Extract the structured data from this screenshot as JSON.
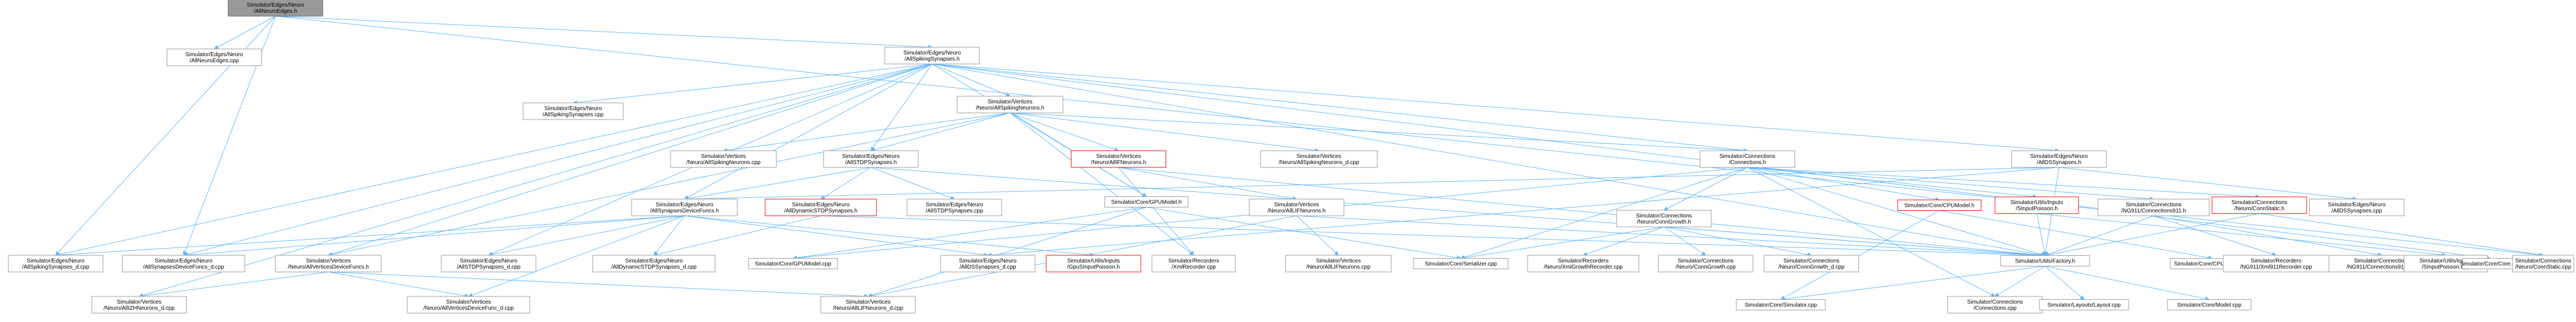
{
  "nodes": [
    {
      "id": "root",
      "lines": [
        "Simulator/Edges/Neuro",
        "/AllNeuroEdges.h"
      ],
      "style": "root"
    },
    {
      "id": "ane_cpp",
      "lines": [
        "Simulator/Edges/Neuro",
        "/AllNeuroEdges.cpp"
      ],
      "style": "plain"
    },
    {
      "id": "ass_h",
      "lines": [
        "Simulator/Edges/Neuro",
        "/AllSpikingSynapses.h"
      ],
      "style": "plain"
    },
    {
      "id": "ass_cpp",
      "lines": [
        "Simulator/Edges/Neuro",
        "/AllSpikingSynapses.cpp"
      ],
      "style": "plain"
    },
    {
      "id": "asn_h",
      "lines": [
        "Simulator/Vertices",
        "/Neuro/AllSpikingNeurons.h"
      ],
      "style": "plain"
    },
    {
      "id": "asn_cpp",
      "lines": [
        "Simulator/Vertices",
        "/Neuro/AllSpikingNeurons.cpp"
      ],
      "style": "plain"
    },
    {
      "id": "astdp_h",
      "lines": [
        "Simulator/Edges/Neuro",
        "/AllSTDPSynapses.h"
      ],
      "style": "plain"
    },
    {
      "id": "aifn_h",
      "lines": [
        "Simulator/Vertices",
        "/Neuro/AllIFNeurons.h"
      ],
      "style": "red"
    },
    {
      "id": "asn_d_cpp",
      "lines": [
        "Simulator/Vertices",
        "/Neuro/AllSpikingNeurons_d.cpp"
      ],
      "style": "plain"
    },
    {
      "id": "conn_h",
      "lines": [
        "Simulator/Connections",
        "/Connections.h"
      ],
      "style": "plain"
    },
    {
      "id": "ads_h",
      "lines": [
        "Simulator/Edges/Neuro",
        "/AllDSSynapses.h"
      ],
      "style": "plain"
    },
    {
      "id": "asdf_h",
      "lines": [
        "Simulator/Edges/Neuro",
        "/AllSynapsesDeviceFuncs.h"
      ],
      "style": "plain"
    },
    {
      "id": "adstdp_h",
      "lines": [
        "Simulator/Edges/Neuro",
        "/AllDynamicSTDPSynapses.h"
      ],
      "style": "red"
    },
    {
      "id": "astdp_cpp",
      "lines": [
        "Simulator/Edges/Neuro",
        "/AllSTDPSynapses.cpp"
      ],
      "style": "plain"
    },
    {
      "id": "gpum_h",
      "lines": [
        "Simulator/Core/GPUModel.h"
      ],
      "style": "plain"
    },
    {
      "id": "alif_h",
      "lines": [
        "Simulator/Vertices",
        "/Neuro/AllLIFNeurons.h"
      ],
      "style": "plain"
    },
    {
      "id": "cg_h",
      "lines": [
        "Simulator/Connections",
        "/Neuro/ConnGrowth.h"
      ],
      "style": "plain"
    },
    {
      "id": "cpum_h",
      "lines": [
        "Simulator/Core/CPUModel.h"
      ],
      "style": "red"
    },
    {
      "id": "sp_h",
      "lines": [
        "Simulator/Utils/Inputs",
        "/SInputPoisson.h"
      ],
      "style": "red"
    },
    {
      "id": "ng911_h",
      "lines": [
        "Simulator/Connections",
        "/NG911/Connections911.h"
      ],
      "style": "plain"
    },
    {
      "id": "cs_h",
      "lines": [
        "Simulator/Connections",
        "/Neuro/ConnStatic.h"
      ],
      "style": "red"
    },
    {
      "id": "ads_cpp",
      "lines": [
        "Simulator/Edges/Neuro",
        "/AllDSSynapses.cpp"
      ],
      "style": "plain"
    },
    {
      "id": "ass_d_cpp",
      "lines": [
        "Simulator/Edges/Neuro",
        "/AllSpikingSynapses_d.cpp"
      ],
      "style": "plain"
    },
    {
      "id": "asdf_d_cpp",
      "lines": [
        "Simulator/Edges/Neuro",
        "/AllSynapsesDeviceFuncs_d.cpp"
      ],
      "style": "plain"
    },
    {
      "id": "avdf_h",
      "lines": [
        "Simulator/Vertices",
        "/Neuro/AllVerticesDeviceFuncs.h"
      ],
      "style": "plain"
    },
    {
      "id": "astdp_d_cpp",
      "lines": [
        "Simulator/Edges/Neuro",
        "/AllSTDPSynapses_d.cpp"
      ],
      "style": "plain"
    },
    {
      "id": "adstdp_d_cpp",
      "lines": [
        "Simulator/Edges/Neuro",
        "/AllDynamicSTDPSynapses_d.cpp"
      ],
      "style": "plain"
    },
    {
      "id": "gpum_cpp",
      "lines": [
        "Simulator/Core/GPUModel.cpp"
      ],
      "style": "plain"
    },
    {
      "id": "ads_d_cpp",
      "lines": [
        "Simulator/Edges/Neuro",
        "/AllDSSynapses_d.cpp"
      ],
      "style": "plain"
    },
    {
      "id": "gsp_h",
      "lines": [
        "Simulator/Utils/Inputs",
        "/GpuSInputPoisson.h"
      ],
      "style": "red"
    },
    {
      "id": "xmlr_cpp",
      "lines": [
        "Simulator/Recorders",
        "/XmlRecorder.cpp"
      ],
      "style": "plain"
    },
    {
      "id": "alif_cpp",
      "lines": [
        "Simulator/Vertices",
        "/Neuro/AllLIFNeurons.cpp"
      ],
      "style": "plain"
    },
    {
      "id": "ser_cpp",
      "lines": [
        "Simulator/Core/Serializer.cpp"
      ],
      "style": "plain"
    },
    {
      "id": "xgr_cpp",
      "lines": [
        "Simulator/Recorders",
        "/Neuro/XmlGrowthRecorder.cpp"
      ],
      "style": "plain"
    },
    {
      "id": "cg_cpp",
      "lines": [
        "Simulator/Connections",
        "/Neuro/ConnGrowth.cpp"
      ],
      "style": "plain"
    },
    {
      "id": "cg_d_cpp",
      "lines": [
        "Simulator/Connections",
        "/Neuro/ConnGrowth_d.cpp"
      ],
      "style": "plain"
    },
    {
      "id": "fac_h",
      "lines": [
        "Simulator/Utils/Factory.h"
      ],
      "style": "plain"
    },
    {
      "id": "cpum_cpp",
      "lines": [
        "Simulator/Core/CPUModel.cpp"
      ],
      "style": "plain"
    },
    {
      "id": "x911_cpp",
      "lines": [
        "Simulator/Recorders",
        "/NG911/Xml911Recorder.cpp"
      ],
      "style": "plain"
    },
    {
      "id": "c911_cpp",
      "lines": [
        "Simulator/Connections",
        "/NG911/Connections911.cpp"
      ],
      "style": "plain"
    },
    {
      "id": "sp_cpp",
      "lines": [
        "Simulator/Utils/Inputs",
        "/SInputPoisson.cpp"
      ],
      "style": "plain"
    },
    {
      "id": "core_cpp",
      "lines": [
        "Simulator/Core/Core.cpp"
      ],
      "style": "plain"
    },
    {
      "id": "cs_cpp",
      "lines": [
        "Simulator/Connections",
        "/Neuro/ConnStatic.cpp"
      ],
      "style": "plain"
    },
    {
      "id": "avdf_d_cpp",
      "lines": [
        "Simulator/Vertices",
        "/Neuro/AllVerticesDeviceFunc_d.cpp"
      ],
      "style": "plain"
    },
    {
      "id": "aizh_d_cpp",
      "lines": [
        "Simulator/Vertices",
        "/Neuro/AllIZHNeurons_d.cpp"
      ],
      "style": "plain"
    },
    {
      "id": "alif_d_cpp",
      "lines": [
        "Simulator/Vertices",
        "/Neuro/AllLIFNeurons_d.cpp"
      ],
      "style": "plain"
    },
    {
      "id": "sim_cpp",
      "lines": [
        "Simulator/Core/Simulator.cpp"
      ],
      "style": "plain"
    },
    {
      "id": "conn_cpp",
      "lines": [
        "Simulator/Connections",
        "/Connections.cpp"
      ],
      "style": "plain"
    },
    {
      "id": "lay_cpp",
      "lines": [
        "Simulator/Layouts/Layout.cpp"
      ],
      "style": "plain"
    },
    {
      "id": "model_cpp",
      "lines": [
        "Simulator/Core/Model.cpp"
      ],
      "style": "plain"
    }
  ],
  "edges": [
    [
      "root",
      "ane_cpp"
    ],
    [
      "root",
      "ass_h"
    ],
    [
      "root",
      "ass_d_cpp"
    ],
    [
      "root",
      "asdf_d_cpp"
    ],
    [
      "root",
      "cs_cpp"
    ],
    [
      "ass_h",
      "ass_cpp"
    ],
    [
      "ass_h",
      "asn_h"
    ],
    [
      "ass_h",
      "astdp_h"
    ],
    [
      "ass_h",
      "conn_h"
    ],
    [
      "ass_h",
      "ads_h"
    ],
    [
      "ass_h",
      "asdf_h"
    ],
    [
      "ass_h",
      "gpum_h"
    ],
    [
      "ass_h",
      "astdp_d_cpp"
    ],
    [
      "ass_h",
      "asdf_d_cpp"
    ],
    [
      "ass_h",
      "fac_h"
    ],
    [
      "ass_h",
      "avdf_h"
    ],
    [
      "ass_h",
      "ass_d_cpp"
    ],
    [
      "ass_h",
      "core_cpp"
    ],
    [
      "ass_h",
      "aizh_d_cpp"
    ],
    [
      "asn_h",
      "asn_cpp"
    ],
    [
      "asn_h",
      "astdp_h"
    ],
    [
      "asn_h",
      "aifn_h"
    ],
    [
      "asn_h",
      "asn_d_cpp"
    ],
    [
      "asn_h",
      "conn_h"
    ],
    [
      "asn_h",
      "gpum_h"
    ],
    [
      "asn_h",
      "avdf_h"
    ],
    [
      "asn_h",
      "xmlr_cpp"
    ],
    [
      "astdp_h",
      "astdp_cpp"
    ],
    [
      "astdp_h",
      "asdf_h"
    ],
    [
      "astdp_h",
      "adstdp_h"
    ],
    [
      "astdp_h",
      "fac_h"
    ],
    [
      "aifn_h",
      "alif_h"
    ],
    [
      "aifn_h",
      "xmlr_cpp"
    ],
    [
      "aifn_h",
      "fac_h"
    ],
    [
      "alif_h",
      "alif_cpp"
    ],
    [
      "alif_h",
      "alif_d_cpp"
    ],
    [
      "alif_h",
      "fac_h"
    ],
    [
      "conn_h",
      "cg_h"
    ],
    [
      "conn_h",
      "cpum_h"
    ],
    [
      "conn_h",
      "sp_h"
    ],
    [
      "conn_h",
      "ng911_h"
    ],
    [
      "conn_h",
      "cs_h"
    ],
    [
      "conn_h",
      "gpum_cpp"
    ],
    [
      "conn_h",
      "conn_cpp"
    ],
    [
      "conn_h",
      "fac_h"
    ],
    [
      "conn_h",
      "ser_cpp"
    ],
    [
      "ads_h",
      "ads_cpp"
    ],
    [
      "ads_h",
      "ads_d_cpp"
    ],
    [
      "ads_h",
      "fac_h"
    ],
    [
      "ads_h",
      "asdf_h"
    ],
    [
      "asdf_h",
      "asdf_d_cpp"
    ],
    [
      "asdf_h",
      "ass_d_cpp"
    ],
    [
      "asdf_h",
      "astdp_d_cpp"
    ],
    [
      "asdf_h",
      "adstdp_d_cpp"
    ],
    [
      "asdf_h",
      "ads_d_cpp"
    ],
    [
      "asdf_h",
      "gsp_h"
    ],
    [
      "asdf_h",
      "avdf_d_cpp"
    ],
    [
      "adstdp_h",
      "adstdp_d_cpp"
    ],
    [
      "adstdp_h",
      "fac_h"
    ],
    [
      "gpum_h",
      "gpum_cpp"
    ],
    [
      "gpum_h",
      "alif_d_cpp"
    ],
    [
      "gpum_h",
      "ser_cpp"
    ],
    [
      "cg_h",
      "cg_cpp"
    ],
    [
      "cg_h",
      "cg_d_cpp"
    ],
    [
      "cg_h",
      "xgr_cpp"
    ],
    [
      "cg_h",
      "fac_h"
    ],
    [
      "cg_h",
      "ser_cpp"
    ],
    [
      "cpum_h",
      "cpum_cpp"
    ],
    [
      "cpum_h",
      "sim_cpp"
    ],
    [
      "sp_h",
      "sp_cpp"
    ],
    [
      "sp_h",
      "fac_h"
    ],
    [
      "ng911_h",
      "c911_cpp"
    ],
    [
      "ng911_h",
      "x911_cpp"
    ],
    [
      "ng911_h",
      "fac_h"
    ],
    [
      "cs_h",
      "cs_cpp"
    ],
    [
      "cs_h",
      "fac_h"
    ],
    [
      "avdf_h",
      "avdf_d_cpp"
    ],
    [
      "avdf_h",
      "aizh_d_cpp"
    ],
    [
      "avdf_h",
      "alif_d_cpp"
    ],
    [
      "fac_h",
      "sim_cpp"
    ],
    [
      "fac_h",
      "conn_cpp"
    ],
    [
      "fac_h",
      "lay_cpp"
    ],
    [
      "fac_h",
      "model_cpp"
    ]
  ]
}
